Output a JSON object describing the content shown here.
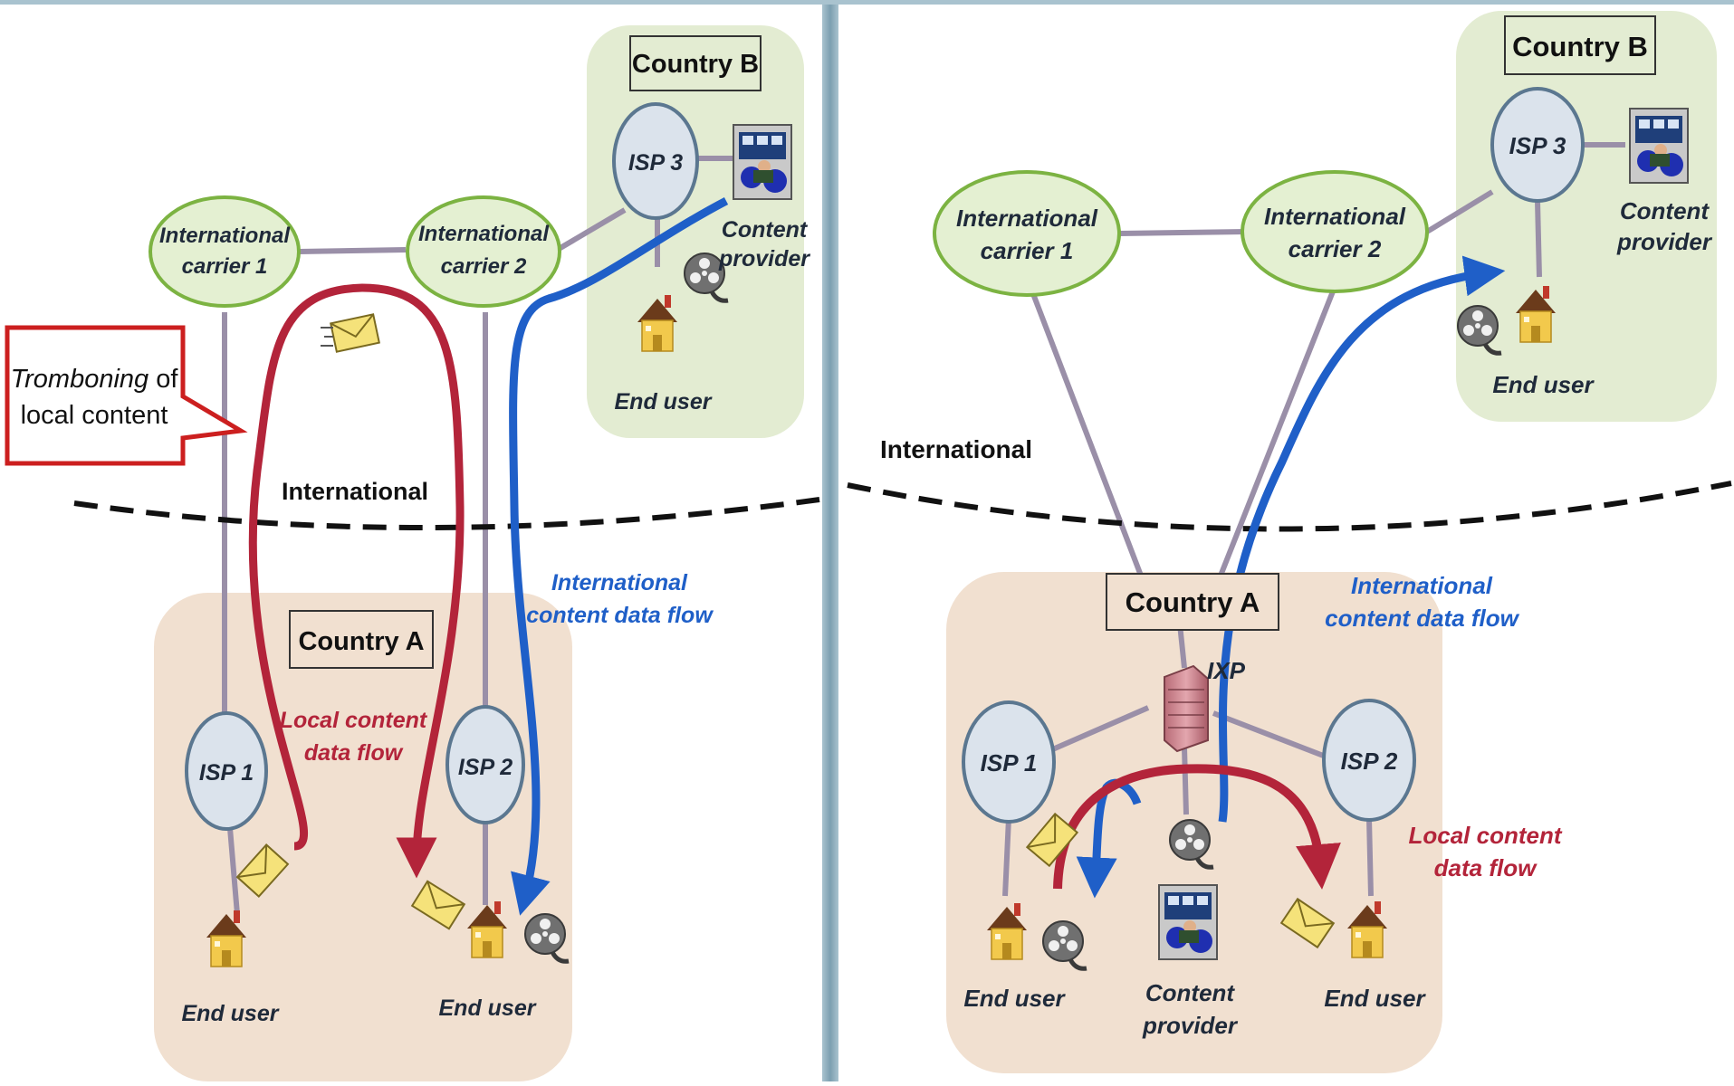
{
  "left_panel": {
    "country_b_title": "Country B",
    "country_a_title": "Country A",
    "carrier1": [
      "International",
      "carrier 1"
    ],
    "carrier2": [
      "International",
      "carrier 2"
    ],
    "isp1": "ISP 1",
    "isp2": "ISP 2",
    "isp3": "ISP 3",
    "content_provider": [
      "Content",
      "provider"
    ],
    "end_user_b": "End user",
    "end_user_a1": "End user",
    "end_user_a2": "End user",
    "international_label": "International",
    "intl_flow": [
      "International",
      "content data flow"
    ],
    "local_flow": [
      "Local content",
      "data flow"
    ],
    "callout_italic": "Tromboning",
    "callout_rest": " of",
    "callout_line2": "local content"
  },
  "right_panel": {
    "country_b_title": "Country B",
    "country_a_title": "Country A",
    "carrier1": [
      "International",
      "carrier 1"
    ],
    "carrier2": [
      "International",
      "carrier 2"
    ],
    "isp1": "ISP 1",
    "isp2": "ISP 2",
    "isp3": "ISP 3",
    "ixp": "IXP",
    "content_provider_b": [
      "Content",
      "provider"
    ],
    "content_provider_a": [
      "Content",
      "provider"
    ],
    "end_user_b": "End user",
    "end_user_a1": "End user",
    "end_user_a2": "End user",
    "international_label": "International",
    "intl_flow": [
      "International",
      "content data flow"
    ],
    "local_flow": [
      "Local content",
      "data flow"
    ]
  },
  "colors": {
    "country_b_fill": "#e3ecd2",
    "country_a_fill": "#f1e0d0",
    "carrier_fill": "#e4f0d2",
    "carrier_stroke": "#7cb342",
    "isp_fill": "#dbe3ec",
    "isp_stroke": "#5b7790",
    "link": "#9a8fa8",
    "local_flow": "#b3243a",
    "intl_flow": "#1f5fc8",
    "callout": "#cc1f1f",
    "divider": "#8aaab8"
  }
}
